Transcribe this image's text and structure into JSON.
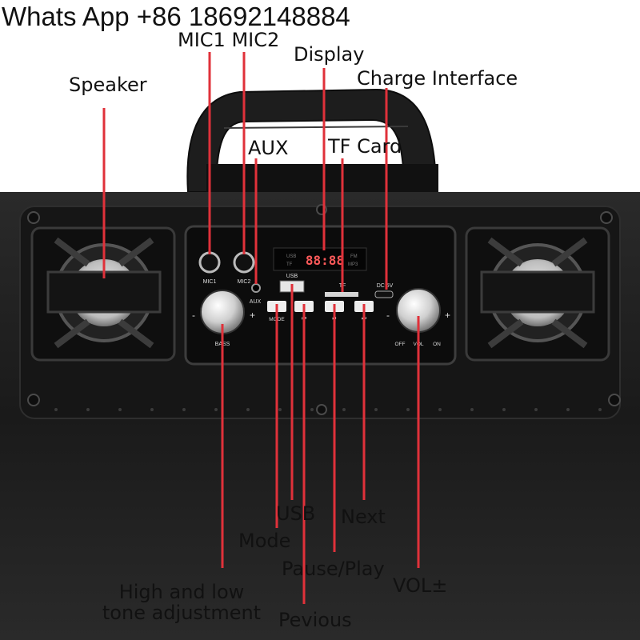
{
  "contact": "Whats App +86 18692148884",
  "labels": {
    "mic1_mic2": "MIC1 MIC2",
    "display": "Display",
    "charge_interface": "Charge Interface",
    "speaker": "Speaker",
    "aux": "AUX",
    "tf_card": "TF Card",
    "usb": "USB",
    "next": "Next",
    "mode": "Mode",
    "pause_play": "Pause/Play",
    "vol": "VOL±",
    "high_low_tone": "High and low tone adjustment",
    "previous": "Pevious"
  },
  "panel": {
    "mic1": "MIC1",
    "mic2": "MIC2",
    "aux": "AUX",
    "usb": "USB",
    "tf": "TF",
    "dc": "DC 5V",
    "bass": "BASS",
    "mode": "MODE",
    "off": "OFF",
    "vol": "VOL",
    "on": "ON",
    "minus": "-",
    "plus": "+",
    "display_digits": "88:88",
    "disp_usb": "USB",
    "disp_fm": "FM",
    "disp_tf": "TF",
    "disp_mp3": "MP3"
  },
  "colors": {
    "speaker_body": "#1c1c1c",
    "callout_line": "#e0313a",
    "display_digits": "#ff5a5a"
  }
}
